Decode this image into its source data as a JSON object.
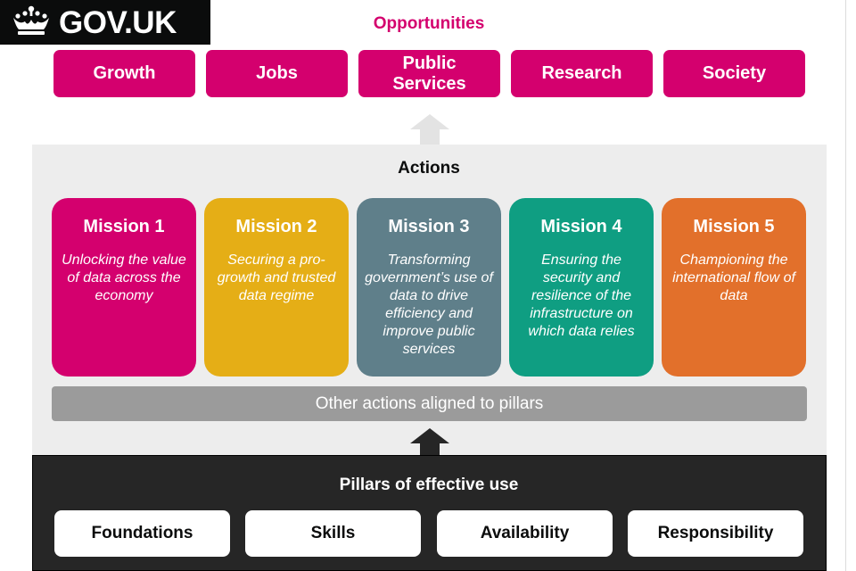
{
  "header": {
    "logo_text": "GOV.UK"
  },
  "opportunities": {
    "title": "Opportunities",
    "items": [
      {
        "label": "Growth"
      },
      {
        "label": "Jobs"
      },
      {
        "label": "Public Services"
      },
      {
        "label": "Research"
      },
      {
        "label": "Society"
      }
    ]
  },
  "actions": {
    "title": "Actions",
    "missions": [
      {
        "title": "Mission 1",
        "description": "Unlocking the value of data across the economy",
        "color": "#d4006e"
      },
      {
        "title": "Mission 2",
        "description": "Securing a pro-growth and trusted data regime",
        "color": "#e5ae16"
      },
      {
        "title": "Mission 3",
        "description": "Transforming government’s use of data to drive efficiency and improve public services",
        "color": "#5f7f8a"
      },
      {
        "title": "Mission 4",
        "description": "Ensuring the security and resilience of the infrastructure on which data relies",
        "color": "#0f9e82"
      },
      {
        "title": "Mission 5",
        "description": "Championing the international flow of data",
        "color": "#e2702b"
      }
    ],
    "other_actions": "Other actions aligned to pillars"
  },
  "pillars": {
    "title": "Pillars of effective use",
    "items": [
      {
        "label": "Foundations"
      },
      {
        "label": "Skills"
      },
      {
        "label": "Availability"
      },
      {
        "label": "Responsibility"
      }
    ]
  },
  "colors": {
    "opportunity_magenta": "#d4006e",
    "panel_grey": "#ededed",
    "pillars_dark": "#262626",
    "other_bar_grey": "#9b9b9b"
  },
  "icons": [
    "crown-icon",
    "arrow-up-light-icon",
    "arrow-up-dark-icon"
  ]
}
